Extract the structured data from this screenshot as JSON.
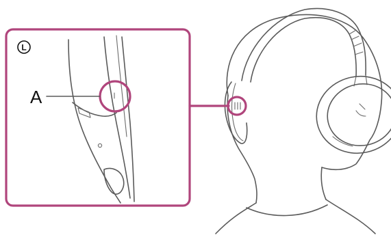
{
  "diagram": {
    "side_mark": "L",
    "callout_label": "A",
    "colors": {
      "callout_frame": "#b0457c",
      "line_art": "#5a5a5a",
      "label_text": "#111111",
      "background": "#ffffff"
    },
    "icons": [
      "headphone-left-side-mark-icon",
      "head-outline",
      "headphones-illustration"
    ]
  }
}
